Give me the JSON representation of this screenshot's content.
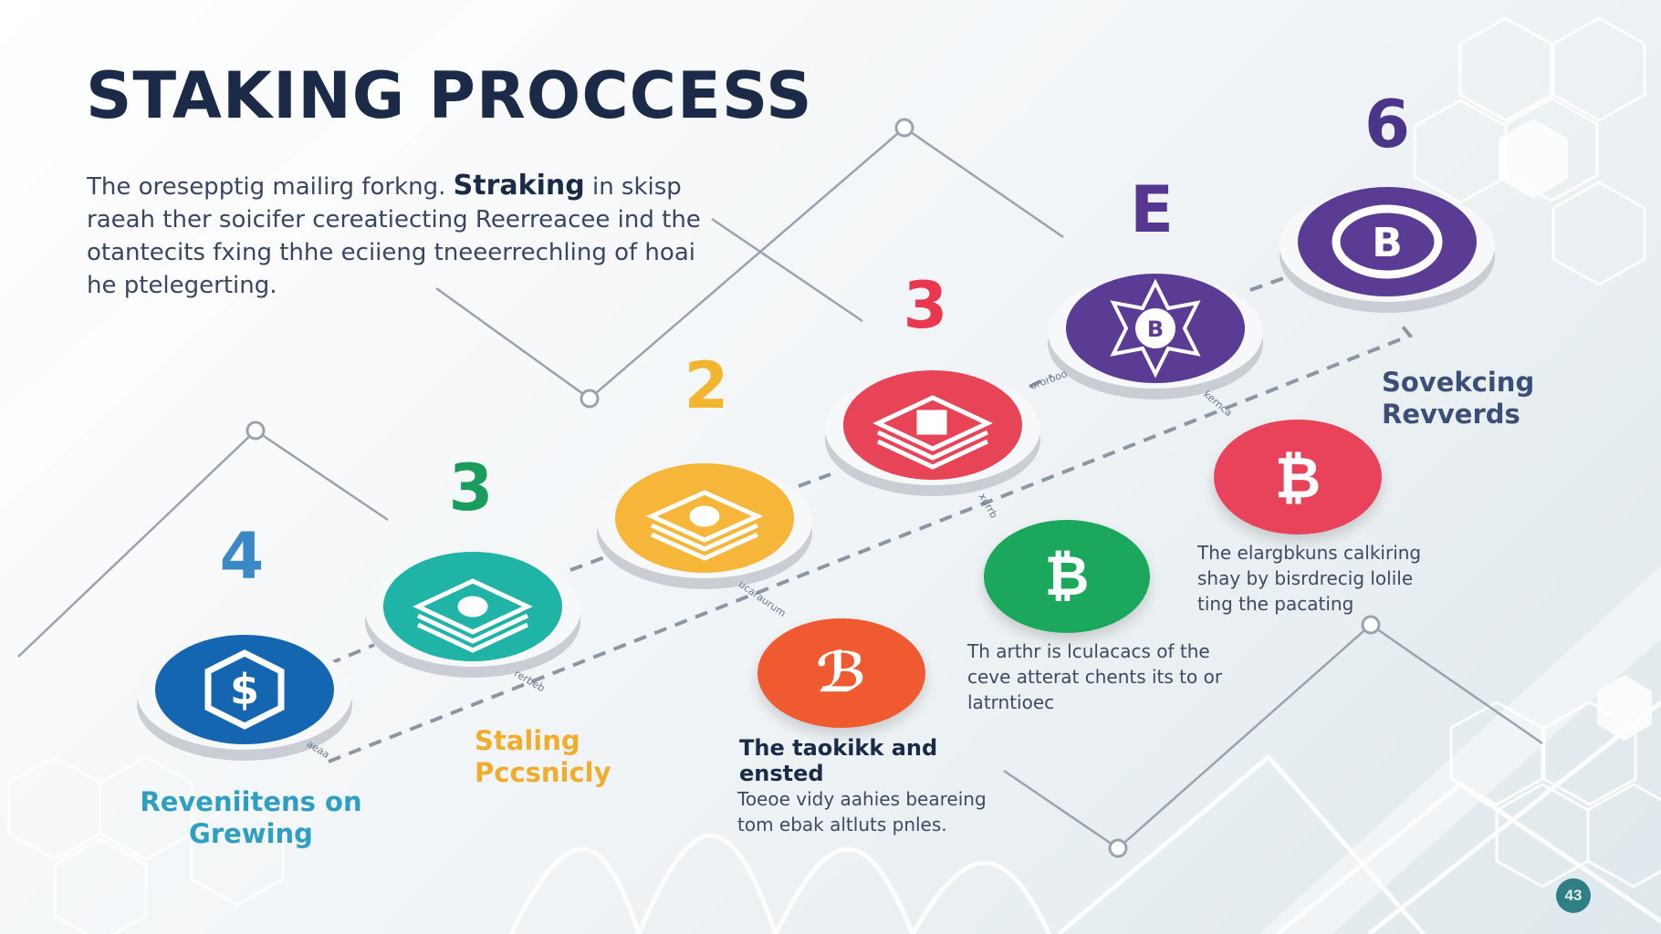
{
  "title": "STAKING PROCCESS",
  "intro": {
    "pre": "The oresepptig mailirg forkng.",
    "bold": "Straking",
    "post": "in skisp raeah ther soicifer cereatiecting Reerreacee ind the otantecits fxing thhe eciieng tneeerrechling of hoai he ptelegerting."
  },
  "steps": [
    {
      "number": "4",
      "number_color": "#3b88c6",
      "color": "#1566b0",
      "rim": "#0f4f8c",
      "icon_name": "dollar-hex-icon"
    },
    {
      "number": "3",
      "number_color": "#1a9c5c",
      "color": "#1fb4a6",
      "rim": "#138a80",
      "icon_name": "cash-stack-icon"
    },
    {
      "number": "2",
      "number_color": "#f2b52e",
      "color": "#f6b63a",
      "rim": "#d8951c",
      "icon_name": "cash-stack-icon"
    },
    {
      "number": "3",
      "number_color": "#e8374f",
      "color": "#e84457",
      "rim": "#c22a3e",
      "icon_name": "cash-stack-icon"
    },
    {
      "number": "E",
      "number_color": "#55378f",
      "color": "#5a3c95",
      "rim": "#3e2671",
      "icon_name": "star-badge-icon"
    },
    {
      "number": "6",
      "number_color": "#4c3488",
      "color": "#5a3c95",
      "rim": "#3e2671",
      "icon_name": "b-ring-icon"
    }
  ],
  "coins": [
    {
      "glyph": "ℬ",
      "color": "#ef5a30",
      "icon_name": "b-coin-icon"
    },
    {
      "glyph": "₿",
      "color": "#1ba85c",
      "icon_name": "bitcoin-icon"
    },
    {
      "glyph": "₿",
      "color": "#e8435a",
      "icon_name": "bitcoin-icon"
    }
  ],
  "labels": [
    {
      "text": "Reveniitens on Grewing",
      "color": "#2e9fc1"
    },
    {
      "text": "Staling Pccsnicly",
      "color": "#f0ac2c"
    },
    {
      "text": "Sovekcing Revverds",
      "color": "#3b4f76"
    }
  ],
  "descs": [
    {
      "title": "The taokikk and ensted",
      "text": "Toeoe vidy aahies beareing tom ebak altluts pnles."
    },
    {
      "text": "Th arthr is lculacacs of the ceve atterat chents its to or latrntioec"
    },
    {
      "text": "The elargbkuns calkiring shay by bisrdrecig lolile ting the pacating"
    }
  ],
  "tiny_labels": [
    "aeaa",
    "rerbeb",
    "ucaraurum",
    "xurrb",
    "ororooo",
    "kernca"
  ],
  "page_number": "43"
}
